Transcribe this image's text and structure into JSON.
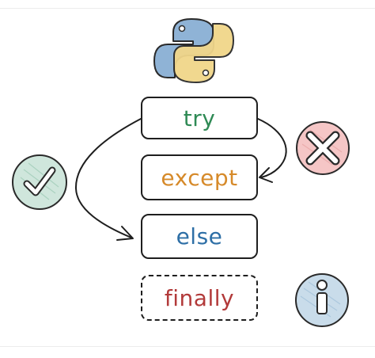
{
  "blocks": {
    "try": "try",
    "except": "except",
    "else": "else",
    "finally": "finally"
  },
  "colors": {
    "try": "#2f8a55",
    "except": "#d68a2a",
    "else": "#2e6fa6",
    "finally": "#b23a3a",
    "success_fill": "#cfe6dc",
    "error_fill": "#f5c6c6",
    "info_fill": "#c9dcea",
    "python_blue": "#8fb3d6",
    "python_yellow": "#f1d68a"
  },
  "icons": {
    "logo": "python-logo-icon",
    "success": "checkmark-icon",
    "error": "x-icon",
    "info": "info-icon"
  }
}
